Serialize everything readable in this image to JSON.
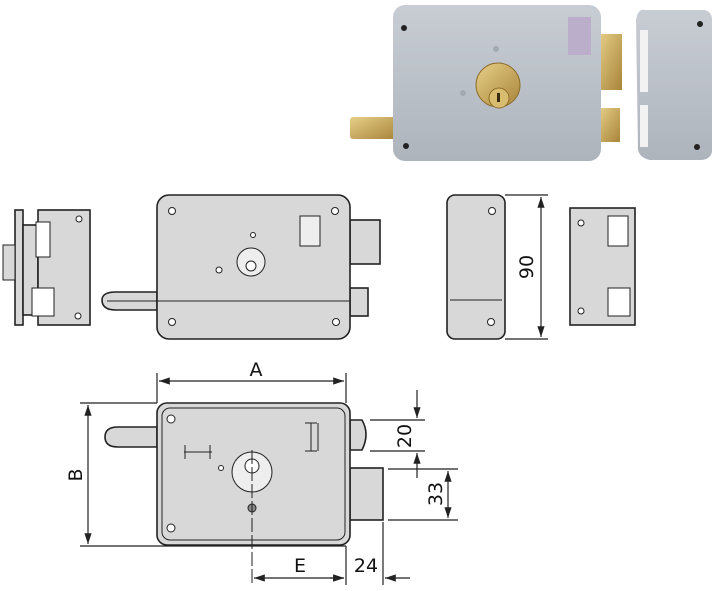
{
  "title": "Surface rim lock with cylinder — product photo and dimensional drawings",
  "colors": {
    "lock_body": "#bcc2c9",
    "brass": "#c8a655",
    "drawing_fill": "#d8d8d8",
    "line": "#222222"
  },
  "dimensions": {
    "height_side": "90",
    "width_label": "A",
    "height_label": "B",
    "backset_label": "E",
    "latch_offset": "20",
    "bolt_height": "33",
    "bolt_projection": "24"
  }
}
